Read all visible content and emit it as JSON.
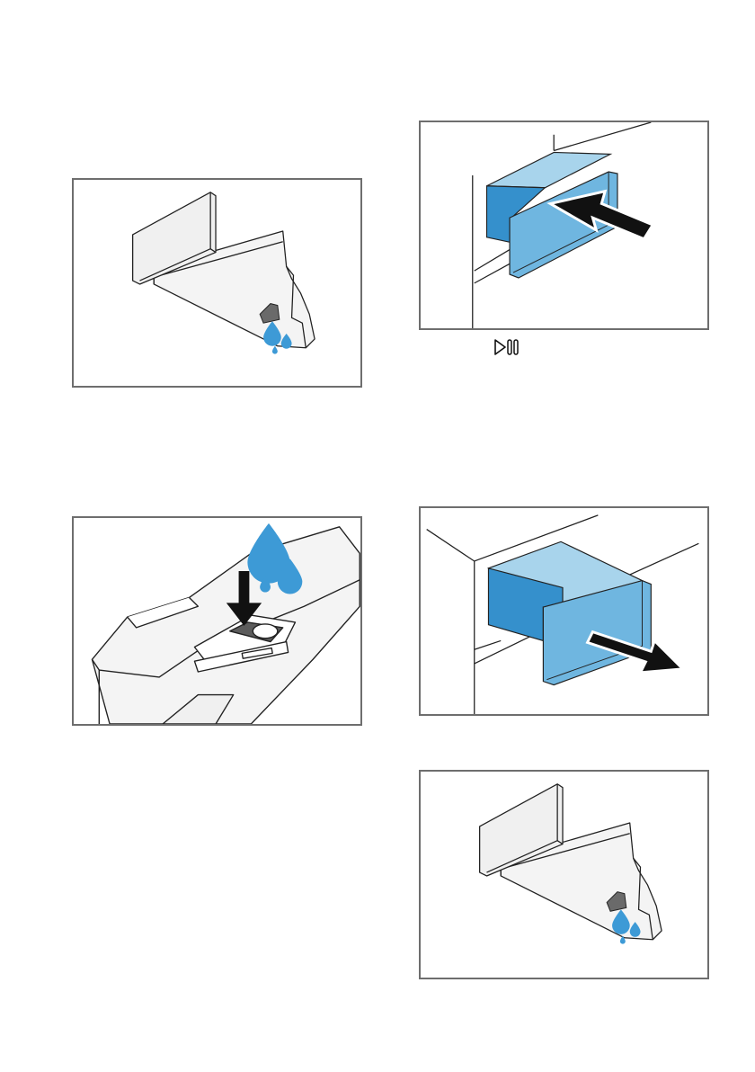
{
  "figures": [
    {
      "id": "fig-drip-1",
      "icon": "drawer-dripping"
    },
    {
      "id": "fig-pour",
      "icon": "water-pouring-into-siphon"
    },
    {
      "id": "fig-push",
      "icon": "push-drawer-in"
    },
    {
      "id": "fig-pull",
      "icon": "pull-drawer-out"
    },
    {
      "id": "fig-drip-2",
      "icon": "drawer-dripping"
    }
  ],
  "controls": {
    "start_pause_icon": "play-pause-icon"
  },
  "colors": {
    "border": "#6e6e6e",
    "water": "#3d9ad6",
    "drawer_light": "#a8d4ec",
    "drawer_mid": "#6fb6e0",
    "drawer_dark": "#3590cc",
    "insert_gray": "#6a6a6a",
    "arrow": "#000000"
  }
}
